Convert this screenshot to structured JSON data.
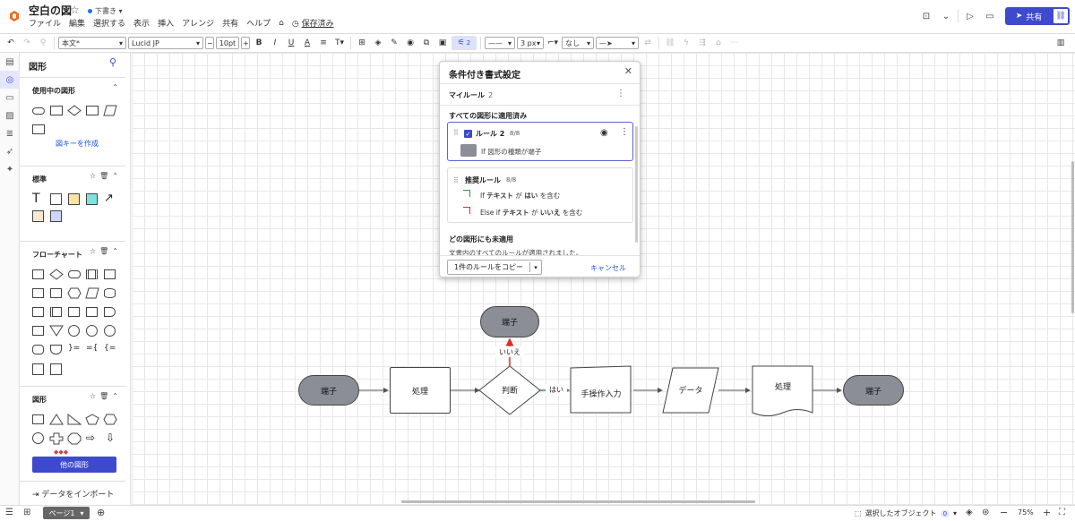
{
  "app": {
    "doc_title": "空白の図",
    "draft_label": "下書き",
    "menu": [
      "ファイル",
      "編集",
      "選択する",
      "表示",
      "挿入",
      "アレンジ",
      "共有",
      "ヘルプ"
    ],
    "saved_label": "保存済み",
    "share_label": "共有"
  },
  "toolbar": {
    "text_style": "本文*",
    "font": "Lucid JP",
    "font_size": "10pt",
    "minus": "−",
    "plus": "+",
    "bold": "B",
    "italic": "I",
    "underline": "U",
    "font_color": "A",
    "text_opts": "T",
    "cond_count": "2",
    "line_width": "3 px",
    "line_start": "なし"
  },
  "sidebar": {
    "title": "図形",
    "sections": [
      {
        "name": "使用中の図形",
        "link": "図キーを作成"
      },
      {
        "name": "標準"
      },
      {
        "name": "フローチャート"
      },
      {
        "name": "図形"
      }
    ],
    "other_shapes": "他の図形",
    "import_label": "データをインポート"
  },
  "dialog": {
    "title": "条件付き書式設定",
    "my_rules": "マイルール",
    "my_rules_count": "2",
    "applied_all": "すべての図形に適用済み",
    "rule2_name": "ルール 2",
    "rule2_count": "8/8",
    "rule2_cond_pre": "If",
    "rule2_cond": "図形の種類が端子",
    "suggested_name": "推奨ルール",
    "suggested_count": "8/8",
    "if_kw": "If",
    "text_kw": "テキスト",
    "ga": "が",
    "yes": "はい",
    "include": "を含む",
    "elseif_kw": "Else if",
    "no": "いいえ",
    "unapplied": "どの図形にも未適用",
    "unapplied_note": "文書内のすべてのルールが適用されました。",
    "copy_label": "1件のルールをコピー",
    "cancel_label": "キャンセル"
  },
  "diagram": {
    "top_terminal": "端子",
    "start_terminal": "端子",
    "process1": "処理",
    "decision": "判断",
    "manual_input": "手操作入力",
    "data": "データ",
    "process2": "処理",
    "end_terminal": "端子",
    "yes_label": "はい",
    "no_label": "いいえ"
  },
  "colors": {
    "accent": "#3d4acd",
    "terminal_fill": "#8b8e96",
    "yes_arrow": "#2e9b3a",
    "no_arrow": "#d93025"
  },
  "bottom": {
    "page_tab": "ページ1",
    "selected_objects": "選択したオブジェクト",
    "selected_count": "0",
    "zoom": "75%"
  }
}
